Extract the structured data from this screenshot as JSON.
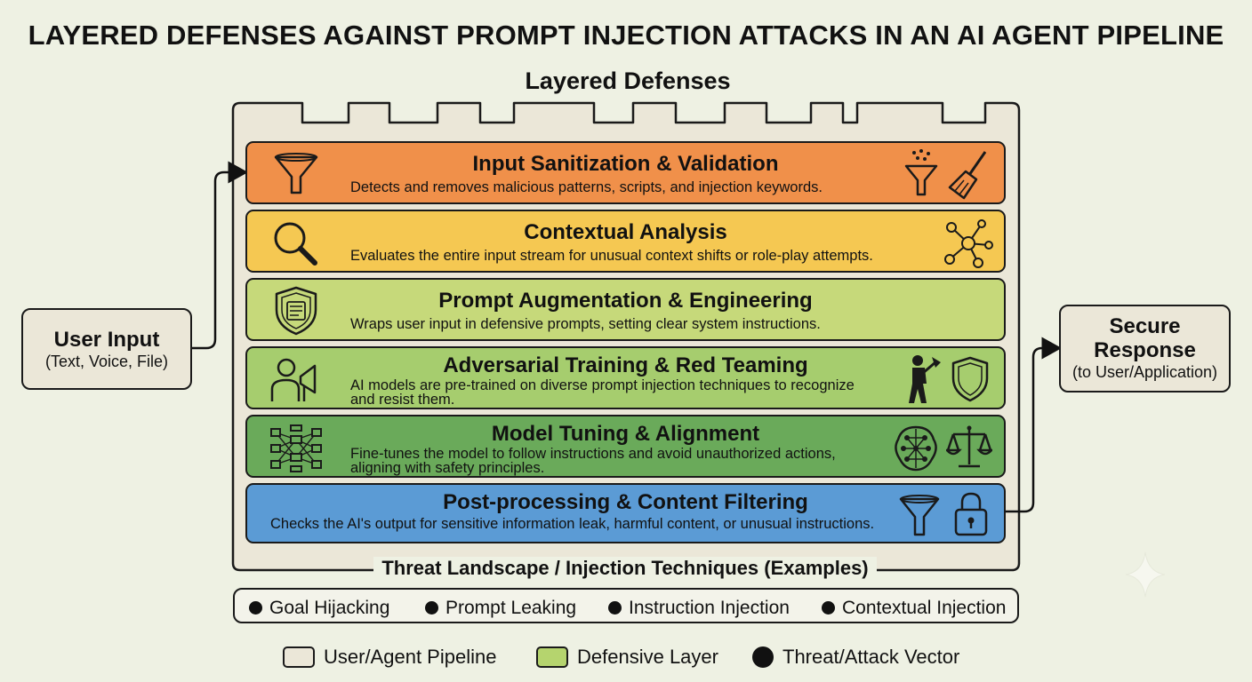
{
  "title": "LAYERED DEFENSES AGAINST PROMPT INJECTION ATTACKS IN AN AI AGENT PIPELINE",
  "subtitle": "Layered Defenses",
  "input_box": {
    "title": "User Input",
    "sub": "(Text, Voice, File)"
  },
  "output_box": {
    "title_line1": "Secure",
    "title_line2": "Response",
    "sub": "(to User/Application)"
  },
  "layers": [
    {
      "title": "Input Sanitization & Validation",
      "desc": "Detects and removes malicious patterns, scripts, and injection keywords.",
      "color": "#f0904a",
      "icons": [
        "funnel-icon",
        "sprinkle-funnel-icon",
        "broom-icon"
      ]
    },
    {
      "title": "Contextual Analysis",
      "desc": "Evaluates the entire input stream for unusual context shifts or role-play attempts.",
      "color": "#f5c852",
      "icons": [
        "magnifier-icon",
        "network-icon"
      ]
    },
    {
      "title": "Prompt Augmentation & Engineering",
      "desc": "Wraps user input in defensive prompts, setting clear system instructions.",
      "color": "#c6d97a",
      "icons": [
        "shield-document-icon"
      ]
    },
    {
      "title": "Adversarial Training & Red Teaming",
      "desc_line1": "AI models are pre-trained on diverse prompt injection techniques to recognize",
      "desc_line2": "and resist them.",
      "color": "#a6cd6e",
      "icons": [
        "person-megaphone-icon",
        "attacker-axe-icon",
        "shield-icon"
      ]
    },
    {
      "title": "Model Tuning & Alignment",
      "desc_line1": "Fine-tunes the model to follow instructions and avoid unauthorized actions,",
      "desc_line2": "aligning with safety principles.",
      "color": "#6aaa5a",
      "icons": [
        "neural-net-icon",
        "brain-network-icon",
        "scales-icon"
      ]
    },
    {
      "title": "Post-processing & Content Filtering",
      "desc": "Checks the AI's output for sensitive information leak, harmful content, or unusual instructions.",
      "color": "#5b9bd5",
      "icons": [
        "funnel-icon",
        "padlock-icon"
      ]
    }
  ],
  "threats": {
    "heading": "Threat Landscape / Injection Techniques (Examples)",
    "items": [
      "Goal Hijacking",
      "Prompt Leaking",
      "Instruction Injection",
      "Contextual Injection"
    ]
  },
  "legend": [
    {
      "label": "User/Agent Pipeline",
      "color": "#ebe7d8"
    },
    {
      "label": "Defensive Layer",
      "color": "#b5d46e"
    },
    {
      "label": "Threat/Attack Vector",
      "color": "#111111"
    }
  ]
}
